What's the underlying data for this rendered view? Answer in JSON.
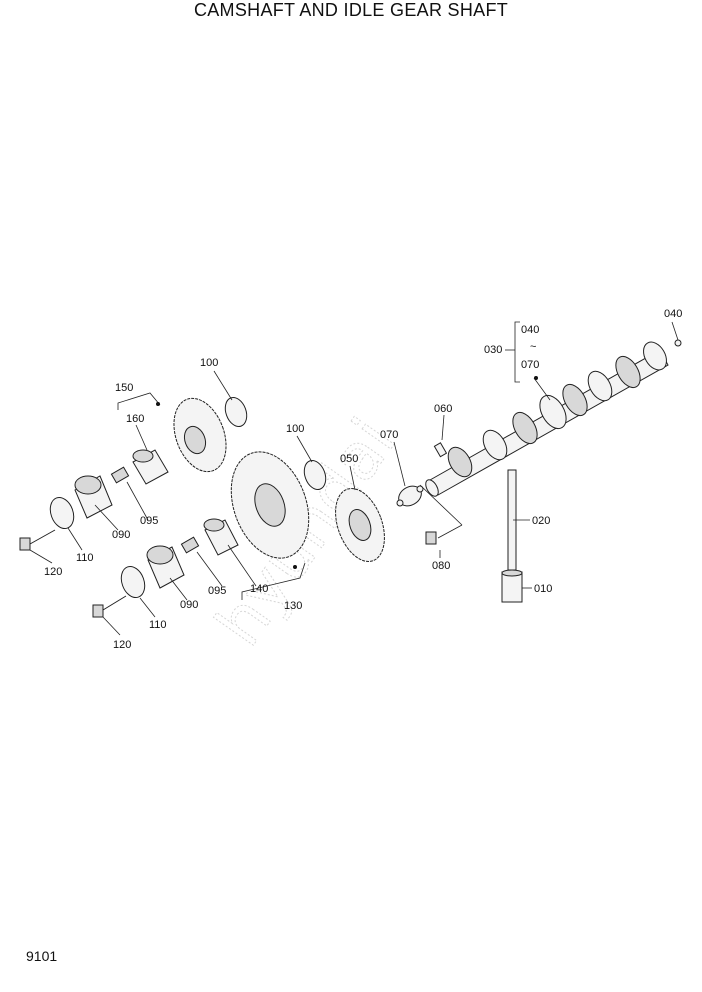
{
  "title": "CAMSHAFT AND IDLE GEAR SHAFT",
  "page_number": "9101",
  "watermark": "hyundai",
  "callouts": {
    "p010": "010",
    "p020": "020",
    "p030": "030",
    "p040a": "040",
    "p040b": "040",
    "p050": "050",
    "p060": "060",
    "p070a": "070",
    "p070b": "070",
    "p080": "080",
    "p090a": "090",
    "p090b": "090",
    "p095a": "095",
    "p095b": "095",
    "p100a": "100",
    "p100b": "100",
    "p110a": "110",
    "p110b": "110",
    "p120a": "120",
    "p120b": "120",
    "p130": "130",
    "p140": "140",
    "p150": "150",
    "p160": "160",
    "tilde": "~"
  }
}
